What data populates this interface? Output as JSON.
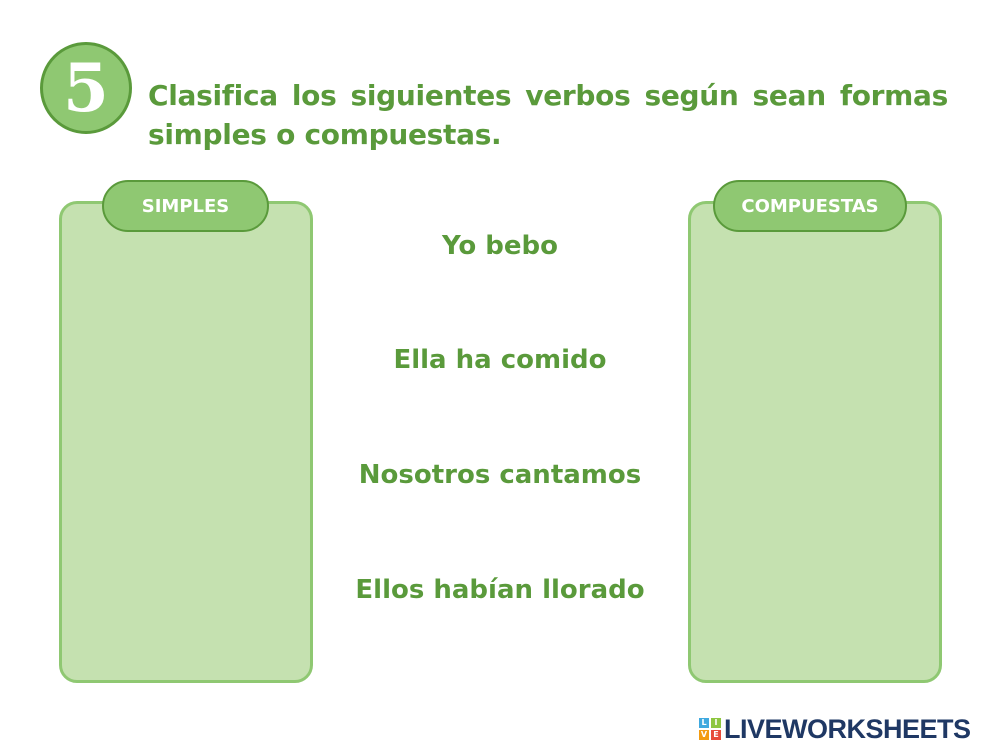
{
  "exercise": {
    "number": "5",
    "instruction": "Clasifica los siguientes verbos según sean formas simples o compuestas."
  },
  "columns": {
    "left_label": "SIMPLES",
    "right_label": "COMPUESTAS"
  },
  "verbs": [
    "Yo bebo",
    "Ella ha comido",
    "Nosotros cantamos",
    "Ellos habían llorado"
  ],
  "brand": {
    "name": "LIVEWORKSHEETS",
    "icon_letters": [
      "L",
      "I",
      "V",
      "E"
    ],
    "icon_colors": [
      "#3fa9df",
      "#8dc63f",
      "#f39c12",
      "#e74c3c"
    ]
  },
  "colors": {
    "accent": "#5a9a3b",
    "box_fill": "#c5e1b0",
    "label_fill": "#8fc872",
    "brand_text": "#1f3864"
  }
}
